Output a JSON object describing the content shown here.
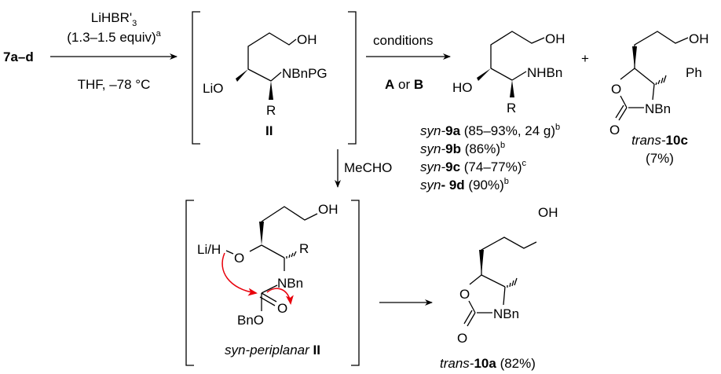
{
  "starting_material": "7a–d",
  "step1": {
    "reagent": "LiHBR'",
    "reagent_sub": "3",
    "equiv": "(1.3–1.5 equiv)",
    "equiv_note": "a",
    "conditions": "THF, –78 °C"
  },
  "intermediate": {
    "oh": "OH",
    "oli": "LiO",
    "n": "NBnPG",
    "r": "R",
    "label": "II"
  },
  "step_down": {
    "reagent": "MeCHO"
  },
  "step2": {
    "label": "conditions",
    "a": "A",
    "or": " or ",
    "b": "B"
  },
  "product9": {
    "oh": "OH",
    "ho": "HO",
    "n": "NHBn",
    "r": "R"
  },
  "plus": "+",
  "yields": [
    {
      "prefix": "syn-",
      "compound": "9a",
      "yield": " (85–93%, 24 g)",
      "note": "b"
    },
    {
      "prefix": "syn-",
      "compound": "9b",
      "yield": " (86%)",
      "note": "b"
    },
    {
      "prefix": "syn-",
      "compound": "9c",
      "yield": " (74–77%)",
      "note": "c"
    },
    {
      "prefix": "syn",
      "compound": "- 9d",
      "yield": " (90%)",
      "note": "b"
    }
  ],
  "product10c": {
    "oh": "OH",
    "ph": "Ph",
    "o_ring": "O",
    "n": "NBn",
    "o_carbonyl": "O",
    "prefix": "trans-",
    "compound": "10c",
    "yield": "(7%)"
  },
  "ts": {
    "oh": "OH",
    "lih": "Li/H",
    "o": "O",
    "r": "R",
    "n": "NBn",
    "o_carbonyl": "O",
    "bno": "BnO",
    "label_italic": "syn-periplanar ",
    "label_bold": "II"
  },
  "product10a": {
    "oh": "OH",
    "o_ring": "O",
    "n": "NBn",
    "o_carbonyl": "O",
    "prefix": "trans-",
    "compound": "10a",
    "yield": " (82%)"
  },
  "colors": {
    "arrow_pushing": "#e8000b"
  }
}
